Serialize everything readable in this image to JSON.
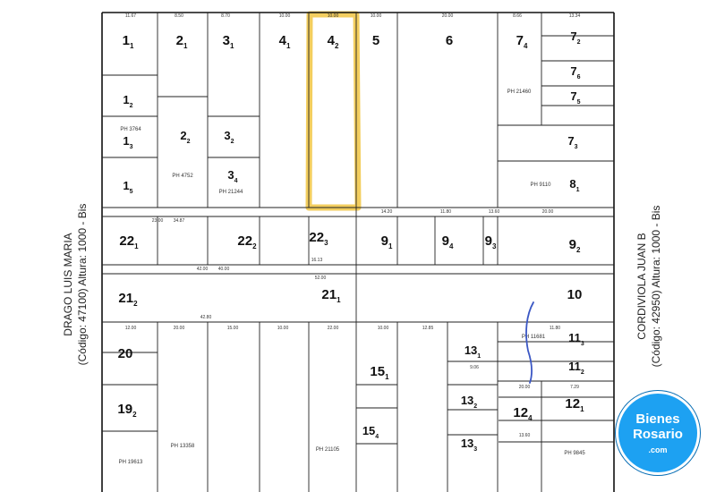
{
  "streets": {
    "left": {
      "line1": "DRAGO LUIS MARIA",
      "line2": "(Código: 47100) Altura: 1000 - Bis"
    },
    "right": {
      "line1": "CORDIVIOLA JUAN B",
      "line2": "(Código: 42950) Altura: 1000 - Bis"
    }
  },
  "logo": {
    "line1": "Bienes",
    "line2": "Rosario",
    "line3": ".com"
  },
  "highlight_color": "#f2c94c",
  "annotation_color": "#3b57c4",
  "lots": [
    {
      "id": "l1-1",
      "num": "1",
      "sub": "1"
    },
    {
      "id": "l2-1",
      "num": "2",
      "sub": "1"
    },
    {
      "id": "l3-1",
      "num": "3",
      "sub": "1"
    },
    {
      "id": "l4-1",
      "num": "4",
      "sub": "1"
    },
    {
      "id": "l4-2",
      "num": "4",
      "sub": "2"
    },
    {
      "id": "l5",
      "num": "5",
      "sub": ""
    },
    {
      "id": "l6",
      "num": "6",
      "sub": ""
    },
    {
      "id": "l7-4",
      "num": "7",
      "sub": "4"
    },
    {
      "id": "l7-2",
      "num": "7",
      "sub": "2"
    },
    {
      "id": "l7-6",
      "num": "7",
      "sub": "6"
    },
    {
      "id": "l7-5",
      "num": "7",
      "sub": "5"
    },
    {
      "id": "l7-3",
      "num": "7",
      "sub": "3"
    },
    {
      "id": "l1-2",
      "num": "1",
      "sub": "2"
    },
    {
      "id": "l1-3",
      "num": "1",
      "sub": "3"
    },
    {
      "id": "l2-2",
      "num": "2",
      "sub": "2"
    },
    {
      "id": "l3-2",
      "num": "3",
      "sub": "2"
    },
    {
      "id": "l3-4",
      "num": "3",
      "sub": "4"
    },
    {
      "id": "l1-5",
      "num": "1",
      "sub": "5"
    },
    {
      "id": "l8-1",
      "num": "8",
      "sub": "1"
    },
    {
      "id": "l22-1",
      "num": "22",
      "sub": "1"
    },
    {
      "id": "l22-2",
      "num": "22",
      "sub": "2"
    },
    {
      "id": "l22-3",
      "num": "22",
      "sub": "3"
    },
    {
      "id": "l9-1",
      "num": "9",
      "sub": "1"
    },
    {
      "id": "l9-4",
      "num": "9",
      "sub": "4"
    },
    {
      "id": "l9-3",
      "num": "9",
      "sub": "3"
    },
    {
      "id": "l9-2",
      "num": "9",
      "sub": "2"
    },
    {
      "id": "l21-2",
      "num": "21",
      "sub": "2"
    },
    {
      "id": "l21-1",
      "num": "21",
      "sub": "1"
    },
    {
      "id": "l10",
      "num": "10",
      "sub": ""
    },
    {
      "id": "l20",
      "num": "20",
      "sub": ""
    },
    {
      "id": "l11-3",
      "num": "11",
      "sub": "3"
    },
    {
      "id": "l11-2",
      "num": "11",
      "sub": "2"
    },
    {
      "id": "l15-1",
      "num": "15",
      "sub": "1"
    },
    {
      "id": "l13-1",
      "num": "13",
      "sub": "1"
    },
    {
      "id": "l13-2",
      "num": "13",
      "sub": "2"
    },
    {
      "id": "l13-3",
      "num": "13",
      "sub": "3"
    },
    {
      "id": "l15-4",
      "num": "15",
      "sub": "4"
    },
    {
      "id": "l19-2",
      "num": "19",
      "sub": "2"
    },
    {
      "id": "l12-4",
      "num": "12",
      "sub": "4"
    },
    {
      "id": "l12-1",
      "num": "12",
      "sub": "1"
    }
  ],
  "ph_labels": [
    "PH 21460",
    "PH 3764",
    "PH 4752",
    "PH 21244",
    "PH 9110",
    "PH 11681",
    "PH 13358",
    "PH 19613",
    "PH 21105",
    "PH 9845"
  ],
  "dims": [
    "11.67",
    "8.50",
    "8.70",
    "10.00",
    "10.00",
    "10.00",
    "20.00",
    "8.66",
    "13.34",
    "23.00",
    "16.13",
    "14.20",
    "11.80",
    "13.60",
    "20.00",
    "42.00",
    "40.00",
    "34.87",
    "52.00",
    "42.80",
    "12.00",
    "20.00",
    "15.00",
    "10.00",
    "22.00",
    "10.00",
    "12.85",
    "11.80",
    "20.00",
    "7.29",
    "9.06",
    "13.60"
  ]
}
